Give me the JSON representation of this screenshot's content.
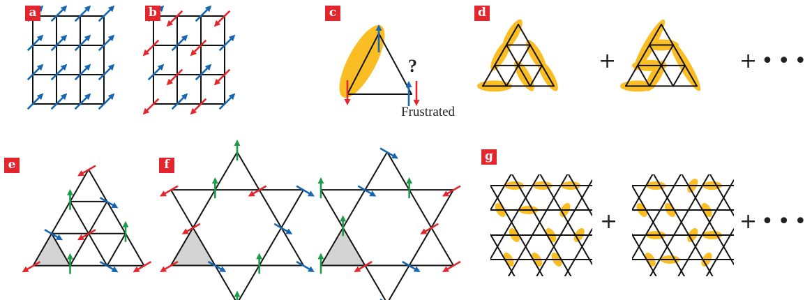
{
  "panels": {
    "a": {
      "label": "a"
    },
    "b": {
      "label": "b"
    },
    "c": {
      "label": "c",
      "question": "?",
      "caption": "Frustrated"
    },
    "d": {
      "label": "d",
      "plus": "+",
      "ellipsis": "+•••"
    },
    "e": {
      "label": "e"
    },
    "f": {
      "label": "f"
    },
    "g": {
      "label": "g",
      "plus": "+",
      "ellipsis": "+•••"
    }
  },
  "colors": {
    "red": "#e2282e",
    "blue": "#1767b0",
    "green": "#1e9b48",
    "yellow": "#fbbd24",
    "badge": "#e3262d",
    "gray": "#d4d4d4"
  }
}
